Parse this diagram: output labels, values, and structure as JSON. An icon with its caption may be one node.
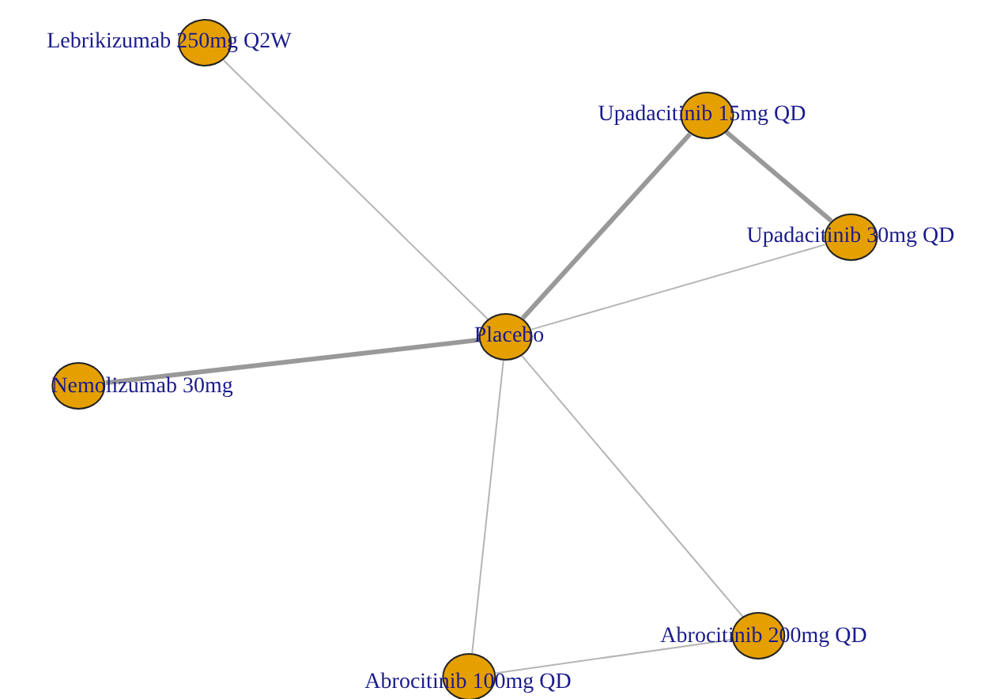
{
  "diagram": {
    "nodes": [
      {
        "text": [
          "Lebrikizumab 250mg Q2W"
        ]
      },
      {
        "text": [
          "Upadacitinib 15mg QD"
        ]
      },
      {
        "text": [
          "Upadacitinib 30mg QD"
        ]
      },
      {
        "text": [
          "Placebo"
        ]
      },
      {
        "text": [
          "Nemolizumab 30mg"
        ]
      },
      {
        "text": [
          "Abrocitinib 200mg QD"
        ]
      },
      {
        "text": [
          "Abrocitinib 100mg QD"
        ]
      }
    ],
    "edges": [
      {
        "from": 0,
        "to": 3,
        "arrow": "none"
      },
      {
        "from": 1,
        "to": 3,
        "arrow": "none",
        "style": "thick"
      },
      {
        "from": 1,
        "to": 2,
        "arrow": "none",
        "style": "thick"
      },
      {
        "from": 2,
        "to": 3,
        "arrow": "none"
      },
      {
        "from": 4,
        "to": 3,
        "arrow": "none",
        "style": "thick"
      },
      {
        "from": 3,
        "to": 6,
        "arrow": "none"
      },
      {
        "from": 3,
        "to": 5,
        "arrow": "none"
      },
      {
        "from": 6,
        "to": 5,
        "arrow": "none"
      }
    ]
  }
}
